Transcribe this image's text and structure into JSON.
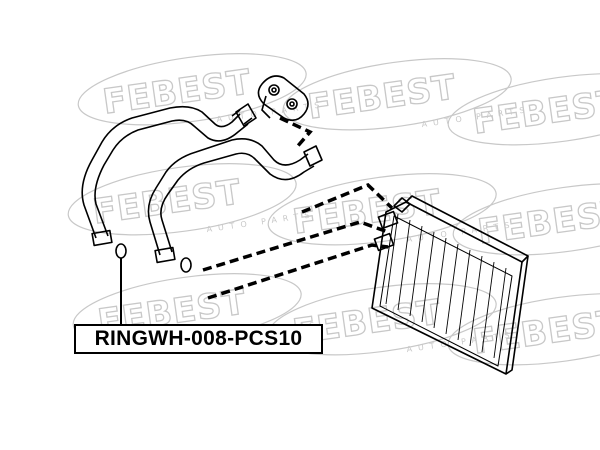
{
  "brand": {
    "watermark_text": "FEBEST",
    "watermark_subtext": "AUTO PARTS"
  },
  "part_label": {
    "text": "RINGWH-008-PCS10"
  },
  "colors": {
    "line": "#000000",
    "watermark": "#c8c8c8",
    "background": "#ffffff"
  },
  "icons": {
    "heater_core": "heater-core-icon",
    "flange": "flange-icon",
    "o_ring": "o-ring-icon"
  }
}
